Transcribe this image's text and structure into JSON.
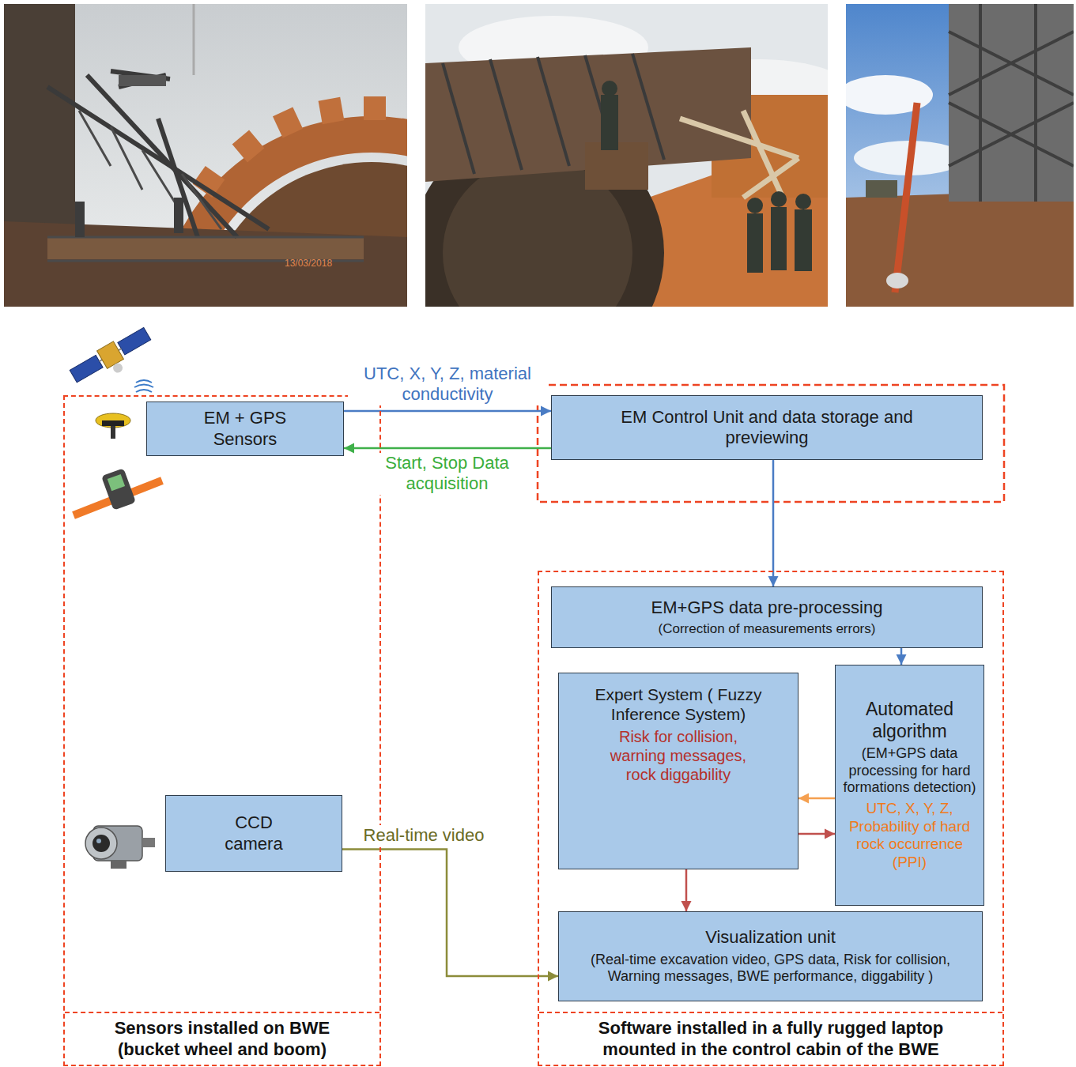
{
  "diagram": {
    "nodes": [
      {
        "text": [
          "Sensors installed on BWE (bucket wheel and boom)"
        ]
      },
      {
        "text": [
          "EM + GPS Sensors"
        ],
        "in": 0
      },
      {
        "text": [
          "CCD camera"
        ],
        "in": 0
      },
      {
        "text": [
          "EM Control Unit and data storage and previewing"
        ]
      },
      {
        "text": [
          "Software installed in a fully rugged laptop mounted in the control cabin of the BWE"
        ]
      },
      {
        "text": [
          "EM+GPS data pre-processing",
          "(Correction of measurements errors)"
        ],
        "in": 4
      },
      {
        "text": [
          "Expert System ( Fuzzy Inference System)",
          "Risk for collision, warning messages, rock diggability"
        ],
        "in": 4
      },
      {
        "text": [
          "Automated algorithm",
          "(EM+GPS data processing for hard formations detection)",
          "UTC, X, Y, Z, Probability of hard rock occurrence (PPI)"
        ],
        "in": 4
      },
      {
        "text": [
          "Visualization unit",
          "(Real-time excavation video, GPS data, Risk for collision, Warning messages, BWE performance, diggability )"
        ],
        "in": 4
      }
    ],
    "edges": [
      {
        "from": 1,
        "to": 3,
        "arrow": "to",
        "label": "UTC, X, Y, Z, material conductivity"
      },
      {
        "from": 3,
        "to": 1,
        "arrow": "to",
        "label": "Start, Stop Data acquisition"
      },
      {
        "from": 3,
        "to": 5,
        "arrow": "to"
      },
      {
        "from": 5,
        "to": 7,
        "arrow": "to"
      },
      {
        "from": 7,
        "to": 6,
        "arrow": "to"
      },
      {
        "from": 6,
        "to": 7,
        "arrow": "to"
      },
      {
        "from": 6,
        "to": 8,
        "arrow": "to"
      },
      {
        "from": 2,
        "to": 8,
        "arrow": "to",
        "label": "Real-time video"
      }
    ],
    "labels": [
      "13/03/2018"
    ]
  }
}
